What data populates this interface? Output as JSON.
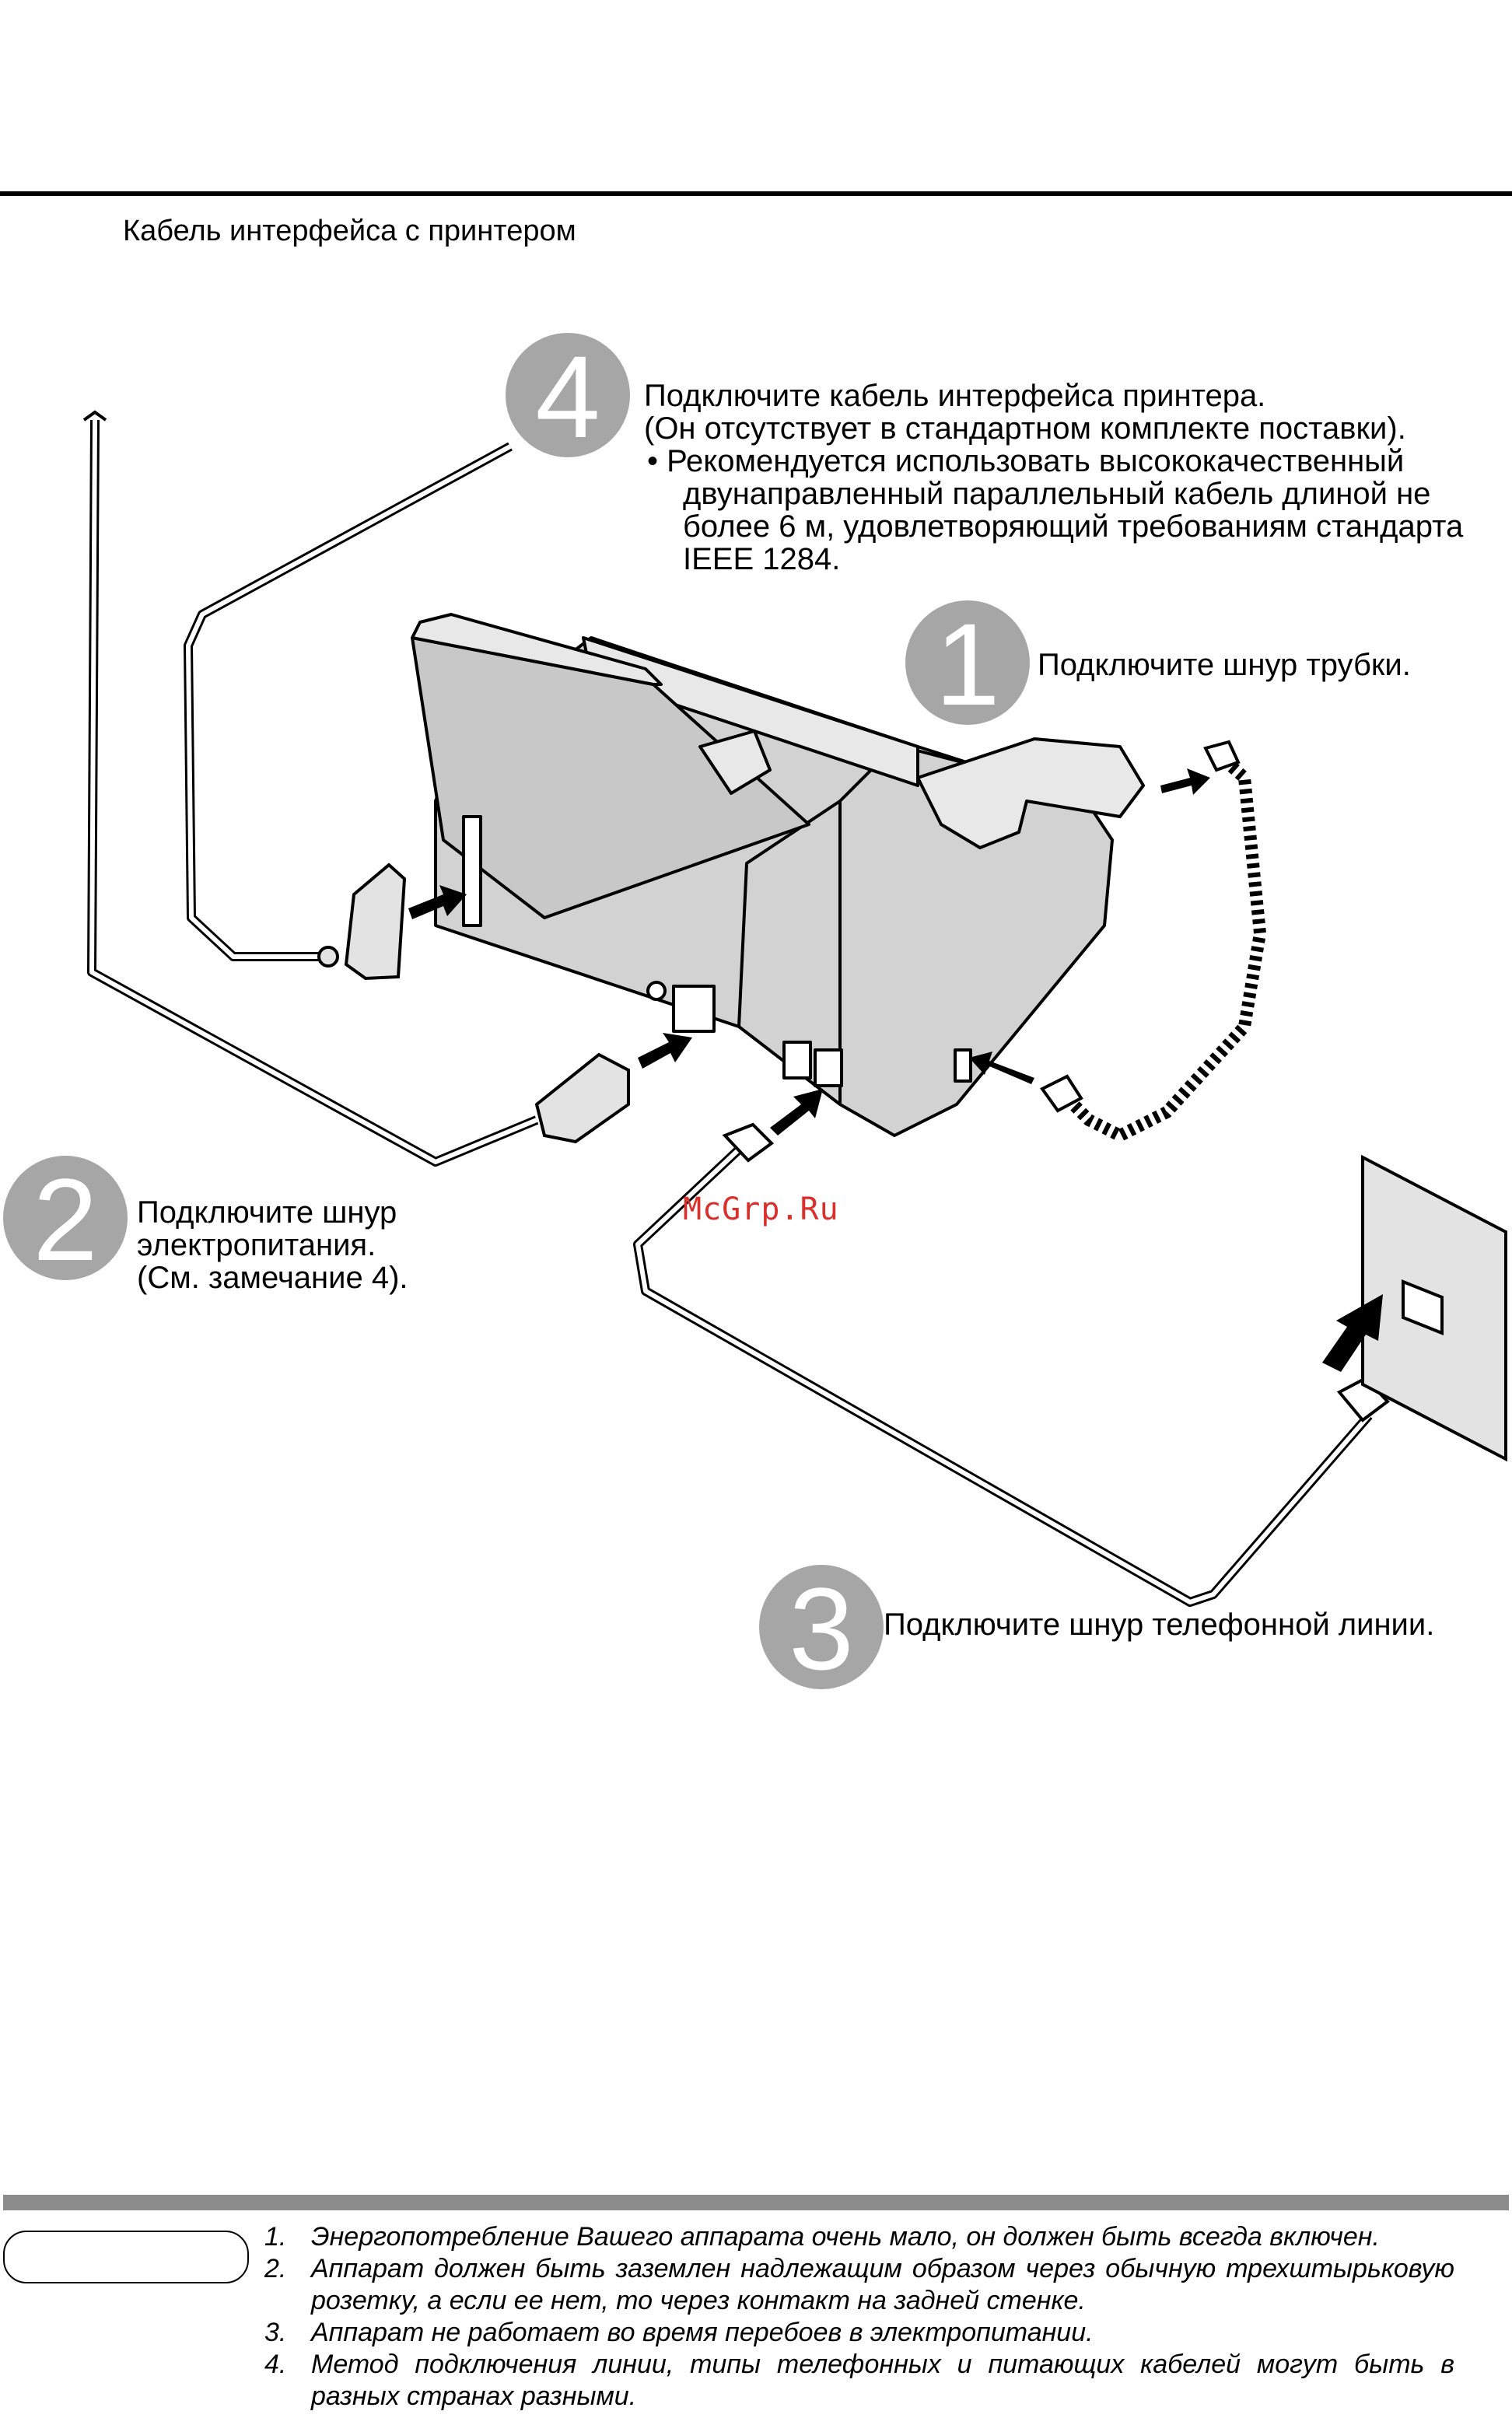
{
  "page": {
    "section_title": "Кабель интерфейса с принтером",
    "watermark": "McGrp.Ru"
  },
  "steps": [
    {
      "number": "1",
      "lines": [
        "Подключите шнур трубки."
      ]
    },
    {
      "number": "2",
      "lines": [
        "Подключите шнур",
        "электропитания.",
        "(См. замечание 4)."
      ]
    },
    {
      "number": "3",
      "lines": [
        "Подключите шнур телефонной линии."
      ]
    },
    {
      "number": "4",
      "lines": [
        "Подключите кабель интерфейса принтера.",
        "(Он отсутствует в стандартном комплекте поставки)."
      ],
      "bullet": [
        "•  Рекомендуется использовать высококачественный",
        "двунаправленный параллельный кабель длиной не",
        "более 6 м, удовлетворяющий требованиям стандарта",
        "IEEE 1284."
      ]
    }
  ],
  "notes": [
    {
      "num": "1.",
      "text": "Энергопотребление Вашего аппарата очень мало, он должен быть всегда включен."
    },
    {
      "num": "2.",
      "text": "Аппарат должен быть заземлен надлежащим образом через обычную трехштырьковую розетку, а если ее нет, то через контакт на задней стенке."
    },
    {
      "num": "3.",
      "text": "Аппарат не работает во время перебоев в электропитании."
    },
    {
      "num": "4.",
      "text": "Метод подключения линии, типы телефонных и питающих кабелей могут быть в разных странах разными."
    }
  ],
  "colors": {
    "badge": "#a6a6a6",
    "device": "#e3e3e3",
    "device_dark": "#c4c4c4",
    "bar": "#8c8c8c",
    "watermark": "#d9302b"
  }
}
